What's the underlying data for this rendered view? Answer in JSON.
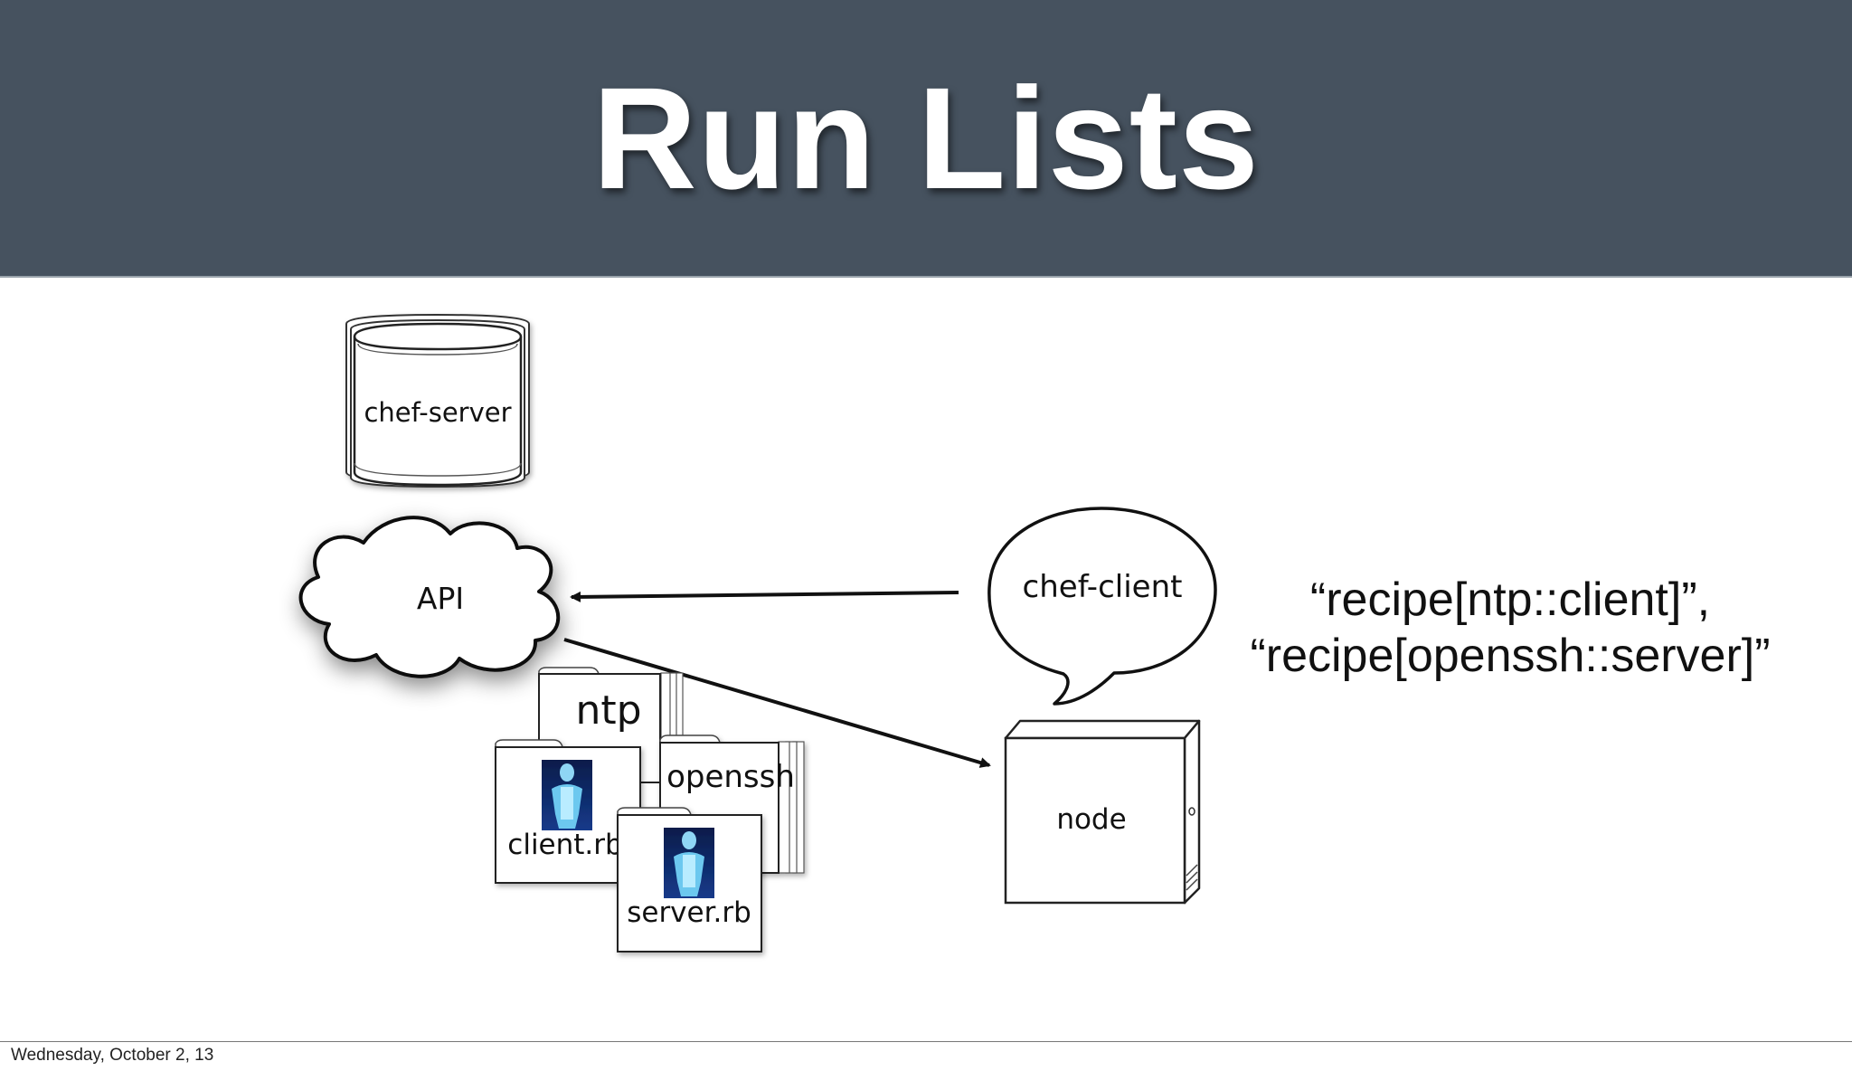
{
  "slide": {
    "title": "Run Lists",
    "date": "Wednesday, October 2, 13"
  },
  "diagram": {
    "server_label": "chef-server",
    "api_label": "API",
    "client_label": "chef-client",
    "node_label": "node",
    "cookbooks": {
      "ntp": "ntp",
      "openssh": "openssh",
      "client_rb": "client.rb",
      "server_rb": "server.rb"
    },
    "run_list": [
      "“recipe[ntp::client]”,",
      "“recipe[openssh::server]”"
    ]
  },
  "colors": {
    "header_bg": "#46525f",
    "title_text": "#ffffff",
    "stroke": "#111111",
    "recipe_icon_blue": "#3aa9e0"
  }
}
